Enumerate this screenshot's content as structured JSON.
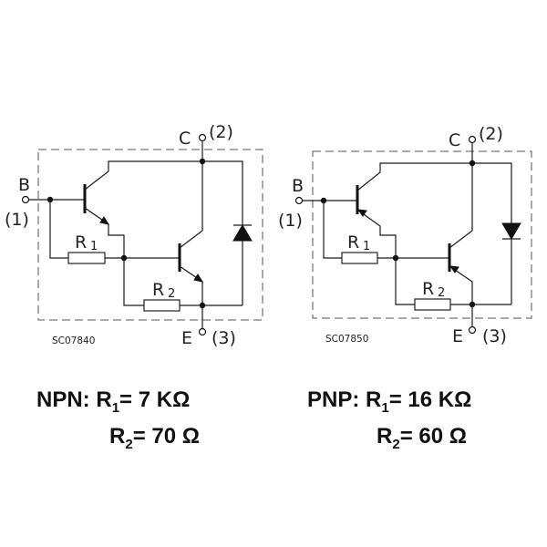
{
  "diagrams": [
    {
      "type": "NPN",
      "code": "SC07840",
      "terminals": {
        "base": "B",
        "base_pin": "(1)",
        "collector": "C",
        "collector_pin": "(2)",
        "emitter": "E",
        "emitter_pin": "(3)"
      },
      "resistors": {
        "r1_label": "R",
        "r1_sub": "1",
        "r2_label": "R",
        "r2_sub": "2"
      },
      "spec": {
        "prefix": "NPN:",
        "r1_name": "R",
        "r1_sub": "1",
        "r1_value": "= 7 KΩ",
        "r2_name": "R",
        "r2_sub": "2",
        "r2_value": "= 70 Ω"
      }
    },
    {
      "type": "PNP",
      "code": "SC07850",
      "terminals": {
        "base": "B",
        "base_pin": "(1)",
        "collector": "C",
        "collector_pin": "(2)",
        "emitter": "E",
        "emitter_pin": "(3)"
      },
      "resistors": {
        "r1_label": "R",
        "r1_sub": "1",
        "r2_label": "R",
        "r2_sub": "2"
      },
      "spec": {
        "prefix": "PNP:",
        "r1_name": "R",
        "r1_sub": "1",
        "r1_value": "= 16 KΩ",
        "r2_name": "R",
        "r2_sub": "2",
        "r2_value": "= 60 Ω"
      }
    }
  ]
}
